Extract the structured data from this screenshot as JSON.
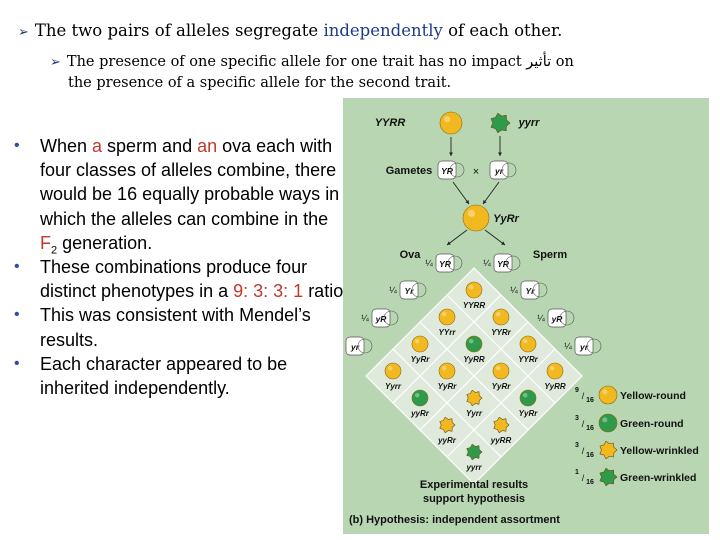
{
  "heading": {
    "pre": "The two pairs of alleles segregate ",
    "emph": "independently",
    "post": " of each other."
  },
  "subpoint": {
    "line1": "The presence of one specific allele for one trait has no impact ",
    "arabic": "تأثير",
    "line1b": " on",
    "line2": "the presence of a specific allele for the second trait."
  },
  "bullets": {
    "b1": {
      "t1": "When ",
      "a": "a",
      "t2": " sperm and ",
      "an": "an",
      "t3": " ova each with four classes of alleles combine, there would be 16 equally probable ways in which the alleles can combine in the ",
      "f": "F",
      "sub": "2",
      "t4": " generation."
    },
    "b2": {
      "t1": "These combinations produce four distinct phenotypes in a ",
      "ratio": "9: 3: 3: 1",
      "t2": " ratio."
    },
    "b3": {
      "t1": "This was consistent with Mendel’s results."
    },
    "b4": {
      "t1": "Each character appeared to be inherited independently."
    }
  },
  "figure": {
    "parent1": "YYRR",
    "parent2": "yyrr",
    "gametes_label": "Gametes",
    "gamete1": "YR",
    "gamete2": "yr",
    "cross": "×",
    "f1": "YyRr",
    "ova_label": "Ova",
    "sperm_label": "Sperm",
    "quarter": "¼",
    "gamete_alleles": [
      "YR",
      "Yr",
      "yR",
      "yr"
    ],
    "grid_genotypes": [
      "YYRR",
      "YYRr",
      "YYRr",
      "YyRR",
      "YYrr",
      "YyRR",
      "YyRr",
      "YyRr",
      "YyRr",
      "YyRr",
      "Yyrr",
      "yyRR",
      "Yyrr",
      "yyRr",
      "yyRr",
      "yyrr"
    ],
    "legend": [
      {
        "frac_n": "9",
        "frac_d": "16",
        "label": "Yellow-round"
      },
      {
        "frac_n": "3",
        "frac_d": "16",
        "label": "Green-round"
      },
      {
        "frac_n": "3",
        "frac_d": "16",
        "label": "Yellow-wrinkled"
      },
      {
        "frac_n": "1",
        "frac_d": "16",
        "label": "Green-wrinkled"
      }
    ],
    "results_line1": "Experimental results",
    "results_line2": "support hypothesis",
    "caption": "(b) Hypothesis: independent assortment",
    "colors": {
      "yellow": "#f2b81f",
      "green": "#2e9a4a",
      "background": "#b7d6b1",
      "cell": "#dfe9dc"
    }
  }
}
